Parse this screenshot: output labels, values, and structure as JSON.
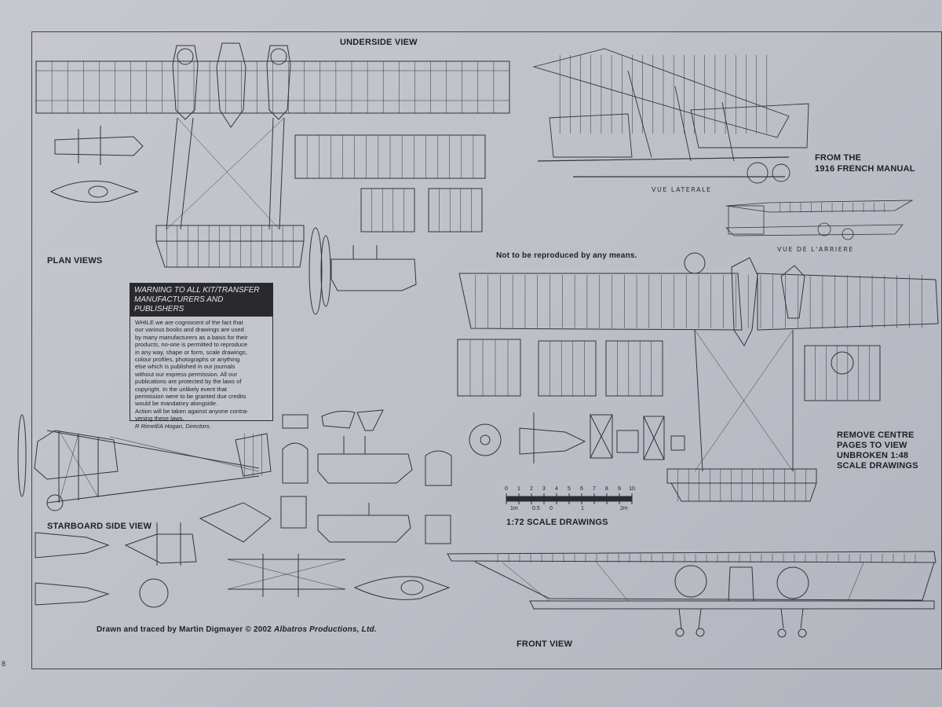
{
  "captions": {
    "underside_view": "UNDERSIDE VIEW",
    "plan_views": "PLAN VIEWS",
    "starboard_side_view": "STARBOARD SIDE VIEW",
    "front_view": "FRONT VIEW",
    "from_manual_1": "FROM THE",
    "from_manual_2": "1916 FRENCH MANUAL",
    "vue_laterale": "VUE LATERALE",
    "vue_arriere": "VUE DE L'ARRIERE",
    "not_reproduced": "Not to be reproduced by any means.",
    "remove_1": "REMOVE CENTRE",
    "remove_2": "PAGES TO VIEW",
    "remove_3": "UNBROKEN 1:48",
    "remove_4": "SCALE DRAWINGS",
    "scale_title": "1:72 SCALE DRAWINGS",
    "credit_main": "Drawn and traced by Martin Digmayer © 2002 ",
    "credit_italic": "Albatros Productions, Ltd.",
    "page_number": "8"
  },
  "warning": {
    "title_1": "WARNING TO ALL KIT/TRANSFER",
    "title_2": "MANUFACTURERS AND PUBLISHERS",
    "body": [
      "WHILE we are cogniscent of the fact that",
      "our various books and drawings are used",
      "by many manufacturers as a basis for their",
      "products, no-one is permitted to reproduce",
      "in any way, shape or form, scale drawings,",
      "colour profiles, photographs or anything",
      "else which is published in our journals",
      "without our express permission. All our",
      "publications are protected by the laws of",
      "copyright. In the unlikely event that",
      "permission were to be granted due credits",
      "would be mandatory alongside.",
      "Action will be taken against anyone contra-",
      "vening these laws."
    ],
    "signature": "R Rimell/A Hogan, Directors."
  },
  "scale_bar": {
    "feet_labels": [
      "0",
      "1",
      "2",
      "3",
      "4",
      "5",
      "6",
      "7",
      "8",
      "9",
      "10"
    ],
    "meter_labels": [
      "1m",
      "0.5",
      "0",
      "1",
      "2m"
    ]
  },
  "colors": {
    "paper": "#c3c5cd",
    "ink": "#2b2c32"
  }
}
